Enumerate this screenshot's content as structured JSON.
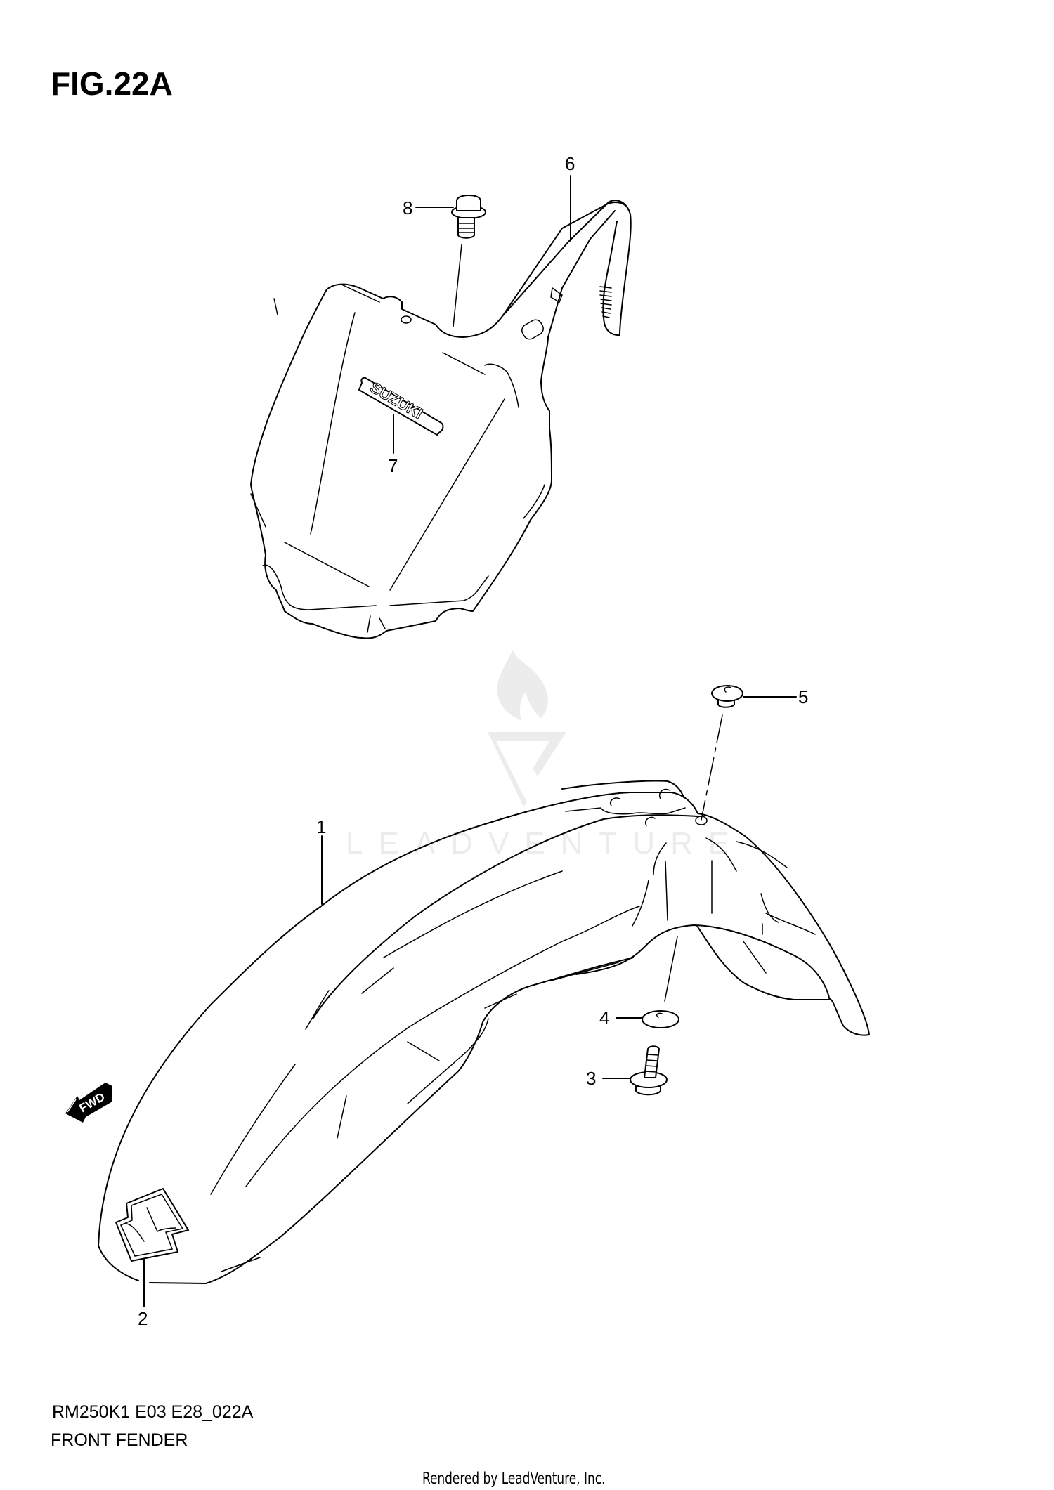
{
  "header": {
    "figure_title": "FIG.22A"
  },
  "footer": {
    "model_code": "RM250K1 E03 E28_022A",
    "section_name": "FRONT FENDER",
    "render_credit": "Rendered by LeadVenture, Inc."
  },
  "watermark": {
    "text": "LEADVENTURE",
    "color": "#ececec"
  },
  "direction_marker": {
    "label": "FWD",
    "icon": "forward-arrow-icon"
  },
  "callouts": [
    {
      "number": "1",
      "part": "front-fender"
    },
    {
      "number": "2",
      "part": "suzuki-s-emblem-decal"
    },
    {
      "number": "3",
      "part": "fender-bolt"
    },
    {
      "number": "4",
      "part": "washer"
    },
    {
      "number": "5",
      "part": "grommet"
    },
    {
      "number": "6",
      "part": "number-plate"
    },
    {
      "number": "7",
      "part": "suzuki-emblem"
    },
    {
      "number": "8",
      "part": "number-plate-bolt"
    }
  ],
  "emblem_text": "SUZUKI",
  "colors": {
    "line": "#000000",
    "background": "#ffffff",
    "watermark": "#ececec"
  }
}
